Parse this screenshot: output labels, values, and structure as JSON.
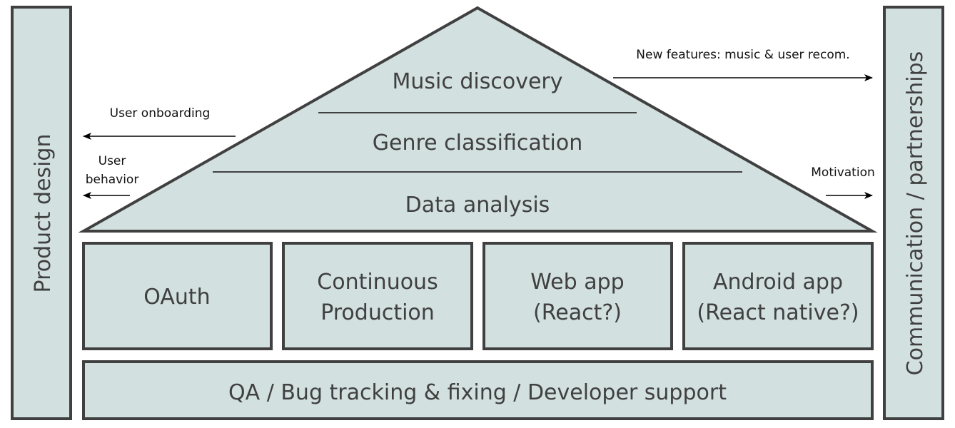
{
  "side": {
    "left_label": "Product design",
    "right_label": "Communication / partnerships"
  },
  "roof": {
    "layers": [
      "Music discovery",
      "Genre classification",
      "Data analysis"
    ]
  },
  "pillars": [
    {
      "line1": "OAuth",
      "line2": ""
    },
    {
      "line1": "Continuous",
      "line2": "Production"
    },
    {
      "line1": "Web app",
      "line2": "(React?)"
    },
    {
      "line1": "Android app",
      "line2": "(React native?)"
    }
  ],
  "foundation": {
    "label": "QA / Bug tracking & fixing / Developer support"
  },
  "arrows": {
    "user_onboarding": "User onboarding",
    "user_behavior_1": "User",
    "user_behavior_2": "behavior",
    "new_features": "New features: music & user recom.",
    "motivation": "Motivation"
  }
}
